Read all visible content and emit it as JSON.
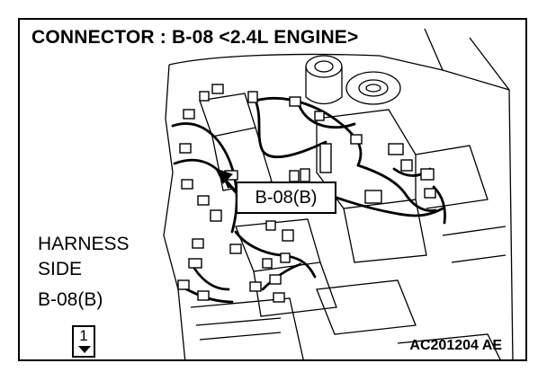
{
  "title": "CONNECTOR : B-08 <2.4L ENGINE>",
  "callout_label": "B-08(B)",
  "harness": {
    "line1": "HARNESS",
    "line2": "SIDE",
    "connector": "B-08(B)",
    "pin_number": "1"
  },
  "figure_id": "AC201204 AE",
  "colors": {
    "ink": "#000000",
    "background": "#ffffff"
  },
  "icons": [
    "pointer-arrow-icon",
    "pin-triangle-icon"
  ]
}
